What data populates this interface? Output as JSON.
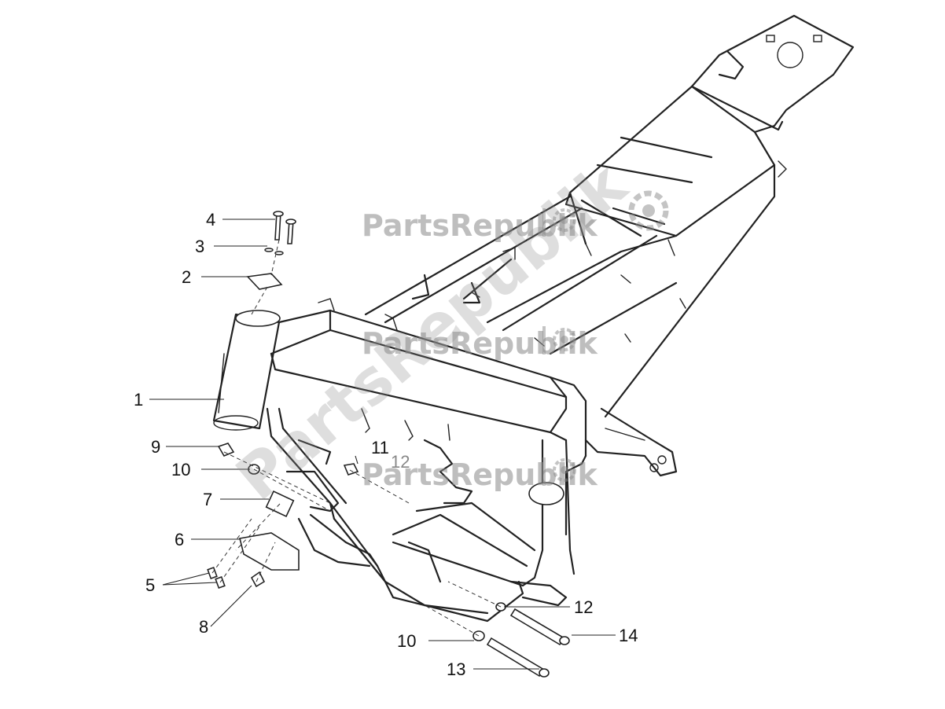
{
  "watermark": {
    "brand": "PartsRepublik",
    "diagonal": "PartsRepublik"
  },
  "callouts": [
    {
      "id": "c1",
      "label": "1"
    },
    {
      "id": "c2",
      "label": "2"
    },
    {
      "id": "c3",
      "label": "3"
    },
    {
      "id": "c4",
      "label": "4"
    },
    {
      "id": "c5",
      "label": "5"
    },
    {
      "id": "c6",
      "label": "6"
    },
    {
      "id": "c7",
      "label": "7"
    },
    {
      "id": "c8",
      "label": "8"
    },
    {
      "id": "c9",
      "label": "9"
    },
    {
      "id": "c10a",
      "label": "10"
    },
    {
      "id": "c10b",
      "label": "10"
    },
    {
      "id": "c11",
      "label": "11"
    },
    {
      "id": "c12a",
      "label": "12"
    },
    {
      "id": "c12b",
      "label": "12"
    },
    {
      "id": "c13",
      "label": "13"
    },
    {
      "id": "c14",
      "label": "14"
    }
  ],
  "colors": {
    "line": "#222222",
    "watermark": "#8a8a8a",
    "background": "#ffffff"
  },
  "icons": [
    "gear-icon"
  ]
}
